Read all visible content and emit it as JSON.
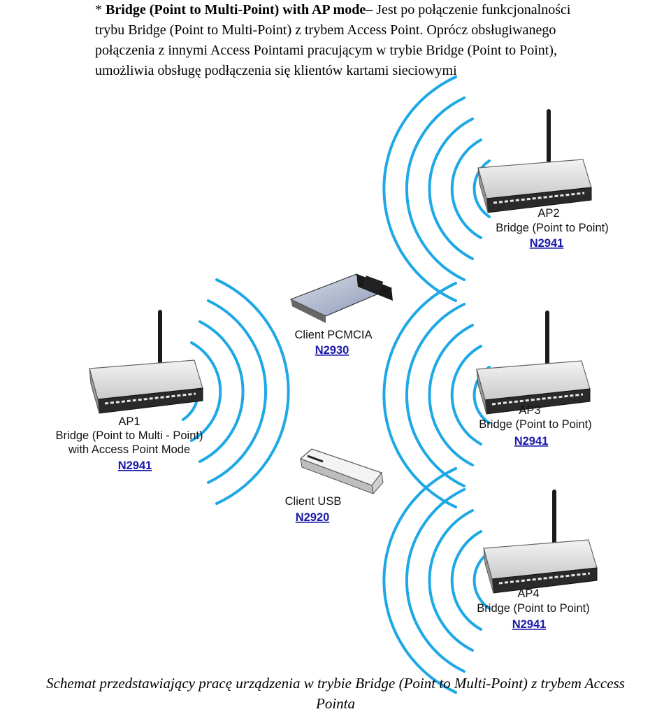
{
  "paragraph": {
    "bullet": "*",
    "bold_title": "Bridge (Point to Multi-Point) with AP mode–",
    "line1_rest": " Jest po połączenie funkcjonalności",
    "line2": "trybu Bridge (Point to Multi-Point) z trybem Access Point. Oprócz obsługiwanego",
    "line3": "połączenia z innymi Access Pointami pracującym w trybie Bridge (Point to Point),",
    "line4": "umożliwia obsługę podłączenia się klientów kartami sieciowymi"
  },
  "diagram": {
    "ap1": {
      "name": "AP1",
      "line1": "Bridge (Point to Multi - Point)",
      "line2": "with Access Point Mode",
      "code": "N2941"
    },
    "ap2": {
      "name": "AP2",
      "line1": "Bridge (Point to Point)",
      "code": "N2941"
    },
    "ap3": {
      "name": "AP3",
      "line1": "Bridge (Point to Point)",
      "code": "N2941"
    },
    "ap4": {
      "name": "AP4",
      "line1": "Bridge (Point to Point)",
      "code": "N2941"
    },
    "client_pcmcia": {
      "name": "Client PCMCIA",
      "code": "N2930"
    },
    "client_usb": {
      "name": "Client USB",
      "code": "N2920"
    },
    "wave_color": "#1ea8e6"
  },
  "caption": {
    "line1": "Schemat przedstawiający pracę urządzenia w trybie Bridge (Point to Multi-Point) z trybem Access",
    "line2": "Pointa"
  }
}
